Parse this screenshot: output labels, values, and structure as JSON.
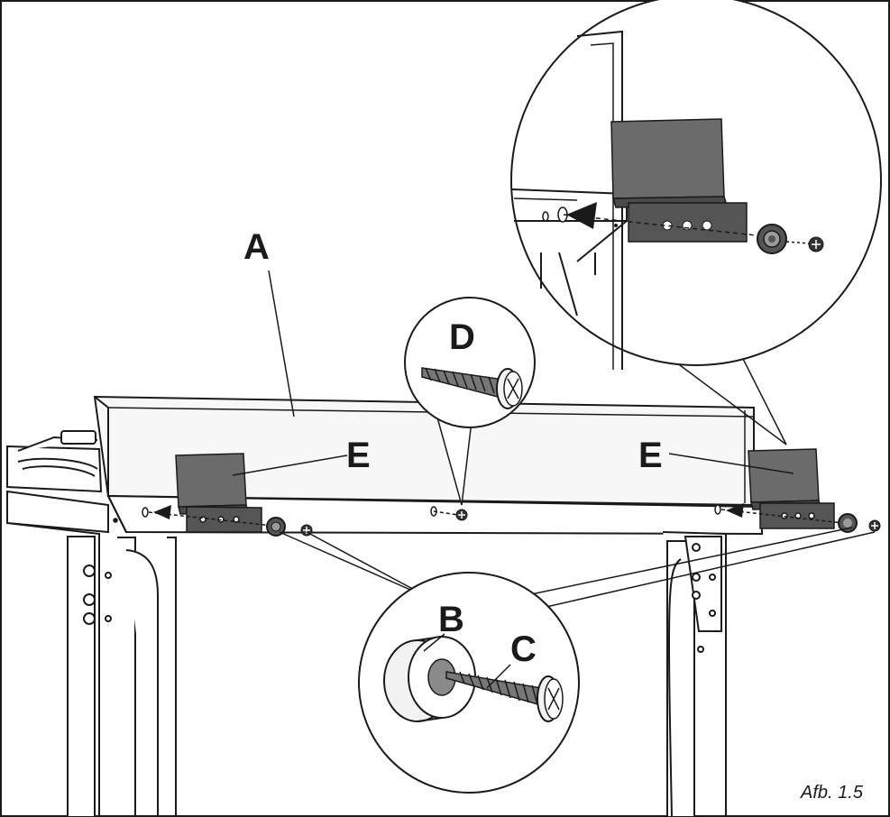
{
  "labels": {
    "a": "A",
    "b": "B",
    "c": "C",
    "d": "D",
    "e_left": "E",
    "e_right": "E"
  },
  "caption": "Afb. 1.5",
  "colors": {
    "line": "#1a1a1a",
    "bracket": "#555555",
    "bracket_face": "#6b6b6b",
    "panel": "#f7f7f7",
    "hole": "#9a9a9a"
  }
}
